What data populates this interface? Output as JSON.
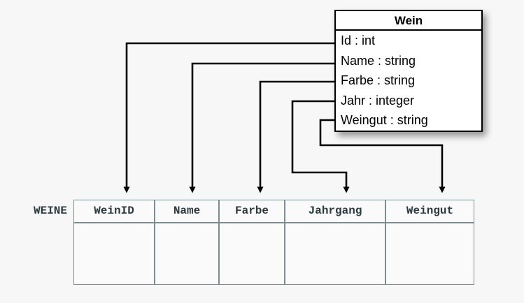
{
  "diagram": {
    "title": "Wein class to WEINE table mapping",
    "background_color": "#f7f7f7",
    "line_color": "#000000",
    "table_border_color": "#7b8c92",
    "table_text_color": "#2b3a40"
  },
  "uml_class": {
    "name": "Wein",
    "attributes": [
      {
        "label": "Id : int",
        "field": "Id",
        "type": "int"
      },
      {
        "label": "Name : string",
        "field": "Name",
        "type": "string"
      },
      {
        "label": "Farbe : string",
        "field": "Farbe",
        "type": "string"
      },
      {
        "label": "Jahr : integer",
        "field": "Jahr",
        "type": "integer"
      },
      {
        "label": "Weingut : string",
        "field": "Weingut",
        "type": "string"
      }
    ]
  },
  "relational_table": {
    "name": "WEINE",
    "columns": [
      {
        "label": "WeinID"
      },
      {
        "label": "Name"
      },
      {
        "label": "Farbe"
      },
      {
        "label": "Jahrgang"
      },
      {
        "label": "Weingut"
      }
    ],
    "rows": [
      {
        "cells": [
          "",
          "",
          "",
          "",
          ""
        ]
      }
    ]
  },
  "mappings": [
    {
      "from": "Id",
      "to": "WeinID"
    },
    {
      "from": "Name",
      "to": "Name"
    },
    {
      "from": "Farbe",
      "to": "Farbe"
    },
    {
      "from": "Jahr",
      "to": "Jahrgang"
    },
    {
      "from": "Weingut",
      "to": "Weingut"
    }
  ]
}
